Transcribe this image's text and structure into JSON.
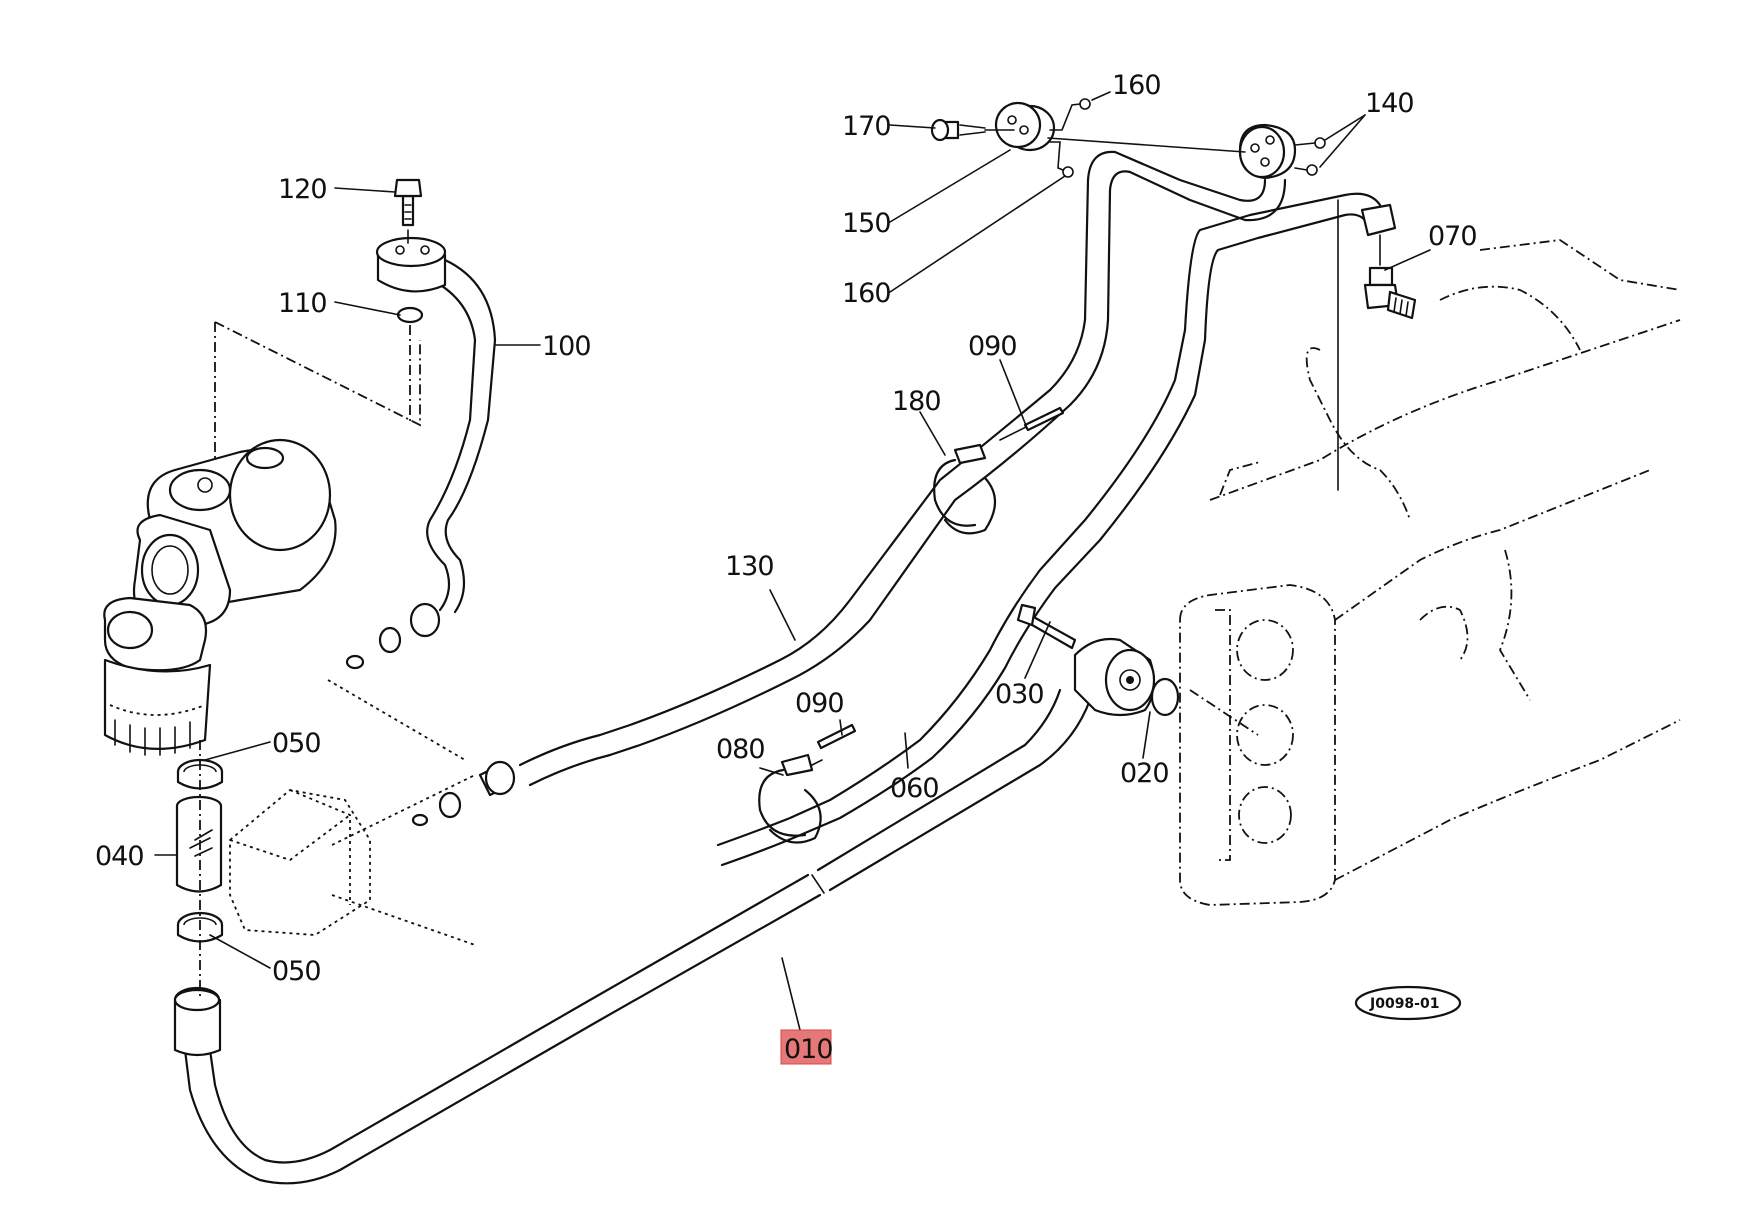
{
  "diagram": {
    "type": "exploded-parts-diagram",
    "figure_code": "J0098-01",
    "highlighted_callout": "010",
    "highlight_color": "#e06060",
    "callouts": [
      {
        "id": "c010",
        "label": "010"
      },
      {
        "id": "c020",
        "label": "020"
      },
      {
        "id": "c030",
        "label": "030"
      },
      {
        "id": "c040",
        "label": "040"
      },
      {
        "id": "c050a",
        "label": "050"
      },
      {
        "id": "c050b",
        "label": "050"
      },
      {
        "id": "c060",
        "label": "060"
      },
      {
        "id": "c070",
        "label": "070"
      },
      {
        "id": "c080",
        "label": "080"
      },
      {
        "id": "c090a",
        "label": "090"
      },
      {
        "id": "c090b",
        "label": "090"
      },
      {
        "id": "c100",
        "label": "100"
      },
      {
        "id": "c110",
        "label": "110"
      },
      {
        "id": "c120",
        "label": "120"
      },
      {
        "id": "c130",
        "label": "130"
      },
      {
        "id": "c140",
        "label": "140"
      },
      {
        "id": "c150",
        "label": "150"
      },
      {
        "id": "c160a",
        "label": "160"
      },
      {
        "id": "c160b",
        "label": "160"
      },
      {
        "id": "c170",
        "label": "170"
      },
      {
        "id": "c180",
        "label": "180"
      }
    ]
  }
}
